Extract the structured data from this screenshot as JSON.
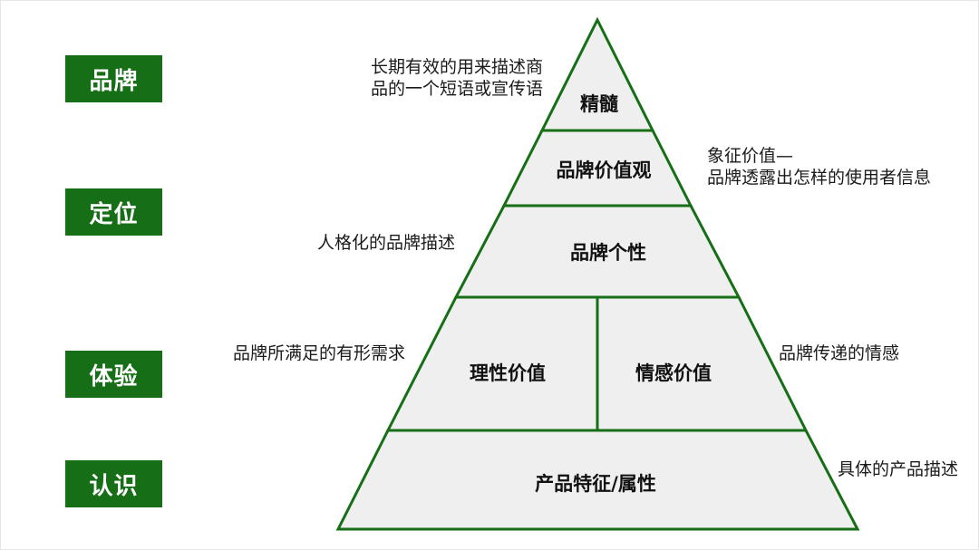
{
  "levels": {
    "brand": "品牌",
    "positioning": "定位",
    "experience": "体验",
    "recognition": "认识"
  },
  "tiers": {
    "essence": "精髓",
    "values": "品牌价值观",
    "personality": "品牌个性",
    "rational": "理性价值",
    "emotional": "情感价值",
    "attributes": "产品特征/属性"
  },
  "notes": {
    "essence_line1": "长期有效的用来描述商",
    "essence_line2": "品的一个短语或宣传语",
    "values_line1": "象征价值—",
    "values_line2": "品牌透露出怎样的使用者信息",
    "personality": "人格化的品牌描述",
    "rational": "品牌所满足的有形需求",
    "emotional": "品牌传递的情感",
    "attributes": "具体的产品描述"
  },
  "colors": {
    "accent_green": "#166e16",
    "tier_fill": "#efefef"
  }
}
